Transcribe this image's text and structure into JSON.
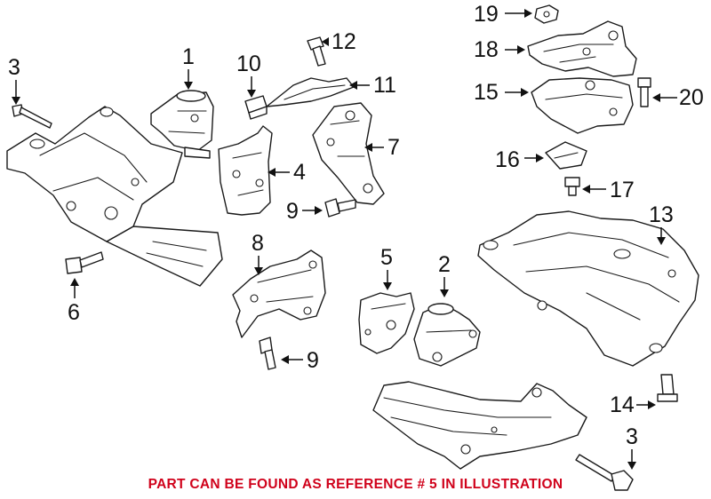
{
  "footer_note": "PART CAN BE FOUND AS REFERENCE # 5 IN ILLUSTRATION",
  "colors": {
    "note": "#d0021b",
    "line": "#1a1a1a"
  },
  "callouts": [
    {
      "id": "c3a",
      "label": "3"
    },
    {
      "id": "c1",
      "label": "1"
    },
    {
      "id": "c10",
      "label": "10"
    },
    {
      "id": "c12",
      "label": "12"
    },
    {
      "id": "c11",
      "label": "11"
    },
    {
      "id": "c4",
      "label": "4"
    },
    {
      "id": "c7",
      "label": "7"
    },
    {
      "id": "c9a",
      "label": "9"
    },
    {
      "id": "c6",
      "label": "6"
    },
    {
      "id": "c8",
      "label": "8"
    },
    {
      "id": "c9b",
      "label": "9"
    },
    {
      "id": "c5",
      "label": "5"
    },
    {
      "id": "c2",
      "label": "2"
    },
    {
      "id": "c19",
      "label": "19"
    },
    {
      "id": "c18",
      "label": "18"
    },
    {
      "id": "c15",
      "label": "15"
    },
    {
      "id": "c20",
      "label": "20"
    },
    {
      "id": "c16",
      "label": "16"
    },
    {
      "id": "c17",
      "label": "17"
    },
    {
      "id": "c13",
      "label": "13"
    },
    {
      "id": "c14",
      "label": "14"
    },
    {
      "id": "c3b",
      "label": "3"
    }
  ]
}
